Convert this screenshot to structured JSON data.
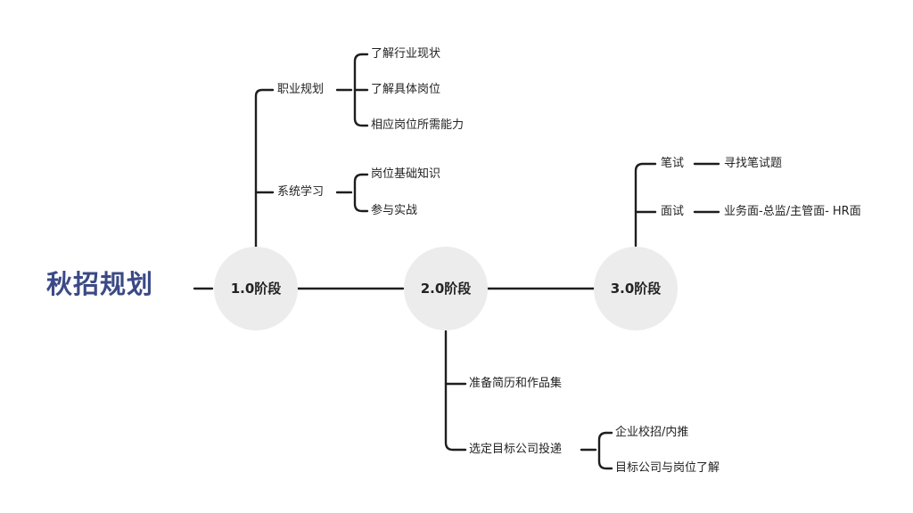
{
  "title": "秋招规划",
  "stages": [
    {
      "label": "1.0阶段",
      "branches": [
        {
          "label": "职业规划",
          "items": [
            "了解行业现状",
            "了解具体岗位",
            "相应岗位所需能力"
          ]
        },
        {
          "label": "系统学习",
          "items": [
            "岗位基础知识",
            "参与实战"
          ]
        }
      ]
    },
    {
      "label": "2.0阶段",
      "branches": [
        {
          "label": "准备简历和作品集",
          "items": []
        },
        {
          "label": "选定目标公司投递",
          "items": [
            "企业校招/内推",
            "目标公司与岗位了解"
          ]
        }
      ]
    },
    {
      "label": "3.0阶段",
      "branches": [
        {
          "label": "笔试",
          "items": [
            "寻找笔试题"
          ]
        },
        {
          "label": "面试",
          "items": [
            "业务面-总监/主管面- HR面"
          ]
        }
      ]
    }
  ],
  "colors": {
    "title": "#3b4a86",
    "line": "#1e1e1e",
    "node": "#ececec"
  }
}
